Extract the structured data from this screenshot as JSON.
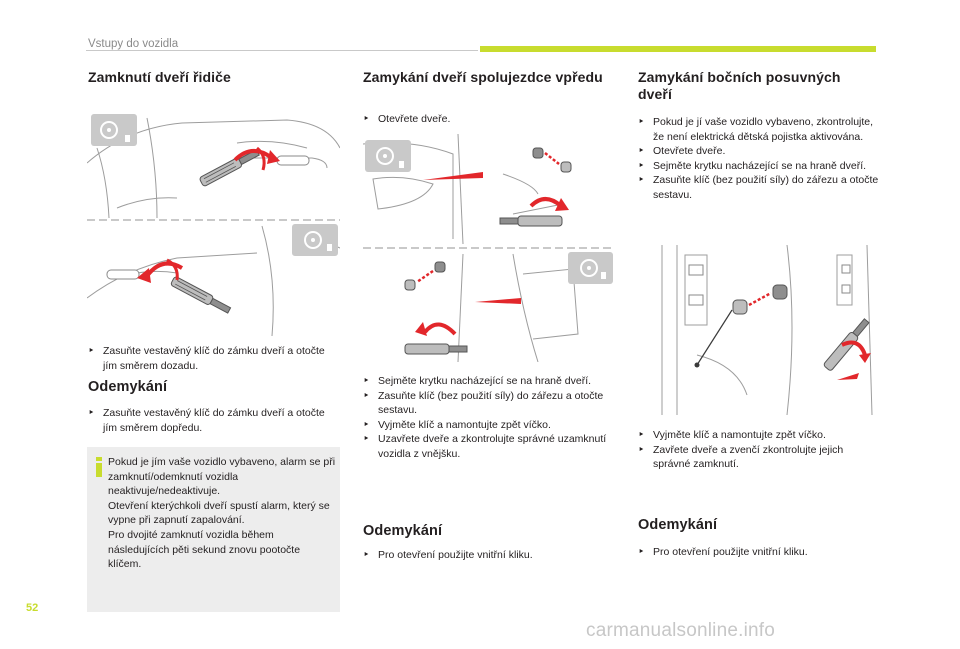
{
  "header": {
    "title": "Vstupy do vozidla"
  },
  "page_number": "52",
  "col1": {
    "heading": "Zamknutí dveří řidiče",
    "bullets": [
      "Zasuňte vestavěný klíč do zámku dveří a otočte jím směrem dozadu."
    ],
    "unlock_heading": "Odemykání",
    "unlock_bullets": [
      "Zasuňte vestavěný klíč do zámku dveří a otočte jím směrem dopředu."
    ],
    "info_text": "Pokud je jím vaše vozidlo vybaveno, alarm se při zamknutí/odemknutí vozidla neaktivuje/nedeaktivuje.\nOtevření kterýchkoli dveří spustí alarm, který se vypne při zapnutí zapalování.\nPro dvojité zamknutí vozidla během následujících pěti sekund znovu pootočte klíčem."
  },
  "col2": {
    "heading": "Zamykání dveří spolujezdce vpředu",
    "pre_bullets": [
      "Otevřete dveře."
    ],
    "bullets": [
      "Sejměte krytku nacházející se na hraně dveří.",
      "Zasuňte klíč (bez použití síly) do zářezu a otočte sestavu.",
      "Vyjměte klíč a namontujte zpět víčko.",
      "Uzavřete dveře a zkontrolujte správné uzamknutí vozidla z vnějšku."
    ],
    "unlock_heading": "Odemykání",
    "unlock_bullets": [
      "Pro otevření použijte vnitřní kliku."
    ]
  },
  "col3": {
    "heading": "Zamykání bočních posuvných dveří",
    "pre_bullets": [
      "Pokud je jí vaše vozidlo vybaveno, zkontrolujte, že není elektrická dětská pojistka aktivována.",
      "Otevřete dveře.",
      "Sejměte krytku nacházející se na hraně dveří.",
      "Zasuňte klíč (bez použití síly) do zářezu a otočte sestavu."
    ],
    "bullets": [
      "Vyjměte klíč a namontujte zpět víčko.",
      "Zavřete dveře a zvenčí zkontrolujte jejich správné zamknutí."
    ],
    "unlock_heading": "Odemykání",
    "unlock_bullets": [
      "Pro otevření použijte vnitřní kliku."
    ]
  },
  "watermark": "carmanualsonline.info",
  "colors": {
    "accent": "#c8dc2e",
    "arrow_red": "#e2272b",
    "info_bg": "#ededed",
    "info_icon": "#c8dc2e"
  },
  "icons": [
    "steering-wheel-icon",
    "key-icon",
    "rotate-arrow-icon",
    "info-icon"
  ]
}
